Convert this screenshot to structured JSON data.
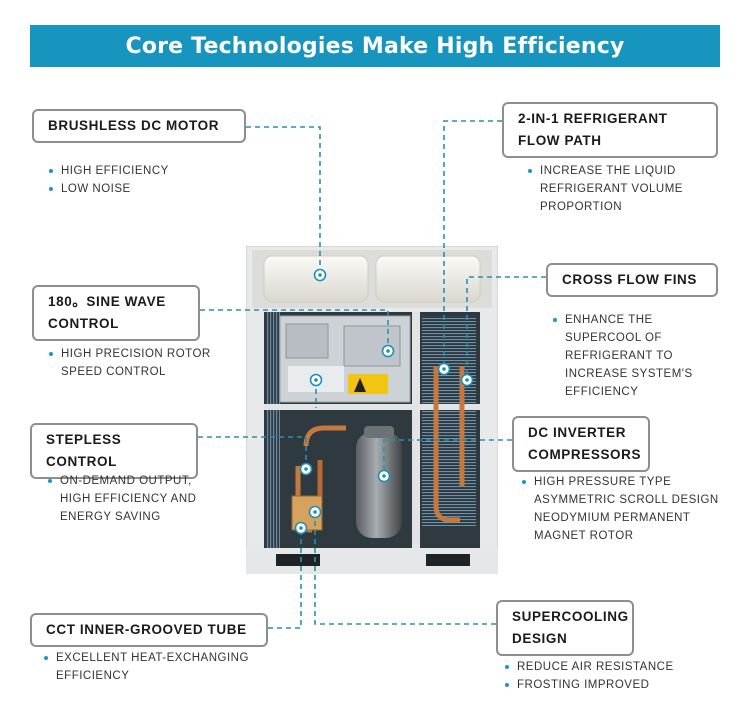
{
  "title": "Core Technologies Make High Efficiency",
  "accent_color": "#1795bf",
  "callouts": {
    "brushless": {
      "line1": "BRUSHLESS DC MOTOR",
      "bullets": [
        "HIGH EFFICIENCY",
        "LOW NOISE"
      ]
    },
    "flowpath": {
      "line1": "2-IN-1 REFRIGERANT",
      "line2": "FLOW PATH",
      "bullets": [
        "INCREASE THE LIQUID",
        "REFRIGERANT  VOLUME",
        "PROPORTION"
      ]
    },
    "sine": {
      "line1": "180。SINE WAVE",
      "line2": "CONTROL",
      "bullets": [
        "HIGH PRECISION ROTOR",
        "SPEED CONTROL"
      ]
    },
    "fins": {
      "line1": "CROSS FLOW FINS",
      "bullets": [
        "ENHANCE THE",
        "SUPERCOOL  OF",
        "REFRIGERANT TO",
        "INCREASE  SYSTEM'S",
        "EFFICIENCY"
      ]
    },
    "stepless": {
      "line1": "STEPLESS CONTROL",
      "bullets": [
        "ON-DEMAND OUTPUT,",
        "HIGH  EFFICIENCY AND",
        "ENERGY SAVING"
      ]
    },
    "compressor": {
      "line1": "DC INVERTER",
      "line2": "COMPRESSORS",
      "bullets": [
        "HIGH PRESSURE TYPE",
        "ASYMMETRIC SCROLL DESIGN",
        "NEODYMIUM PERMANENT",
        "MAGNET ROTOR"
      ]
    },
    "cct": {
      "line1": "CCT INNER-GROOVED TUBE",
      "bullets": [
        "EXCELLENT HEAT-EXCHANGING",
        "EFFICIENCY"
      ]
    },
    "supercooling": {
      "line1": "SUPERCOOLING",
      "line2": "DESIGN",
      "bullets": [
        "REDUCE AIR RESISTANCE",
        "FROSTING IMPROVED"
      ]
    }
  }
}
